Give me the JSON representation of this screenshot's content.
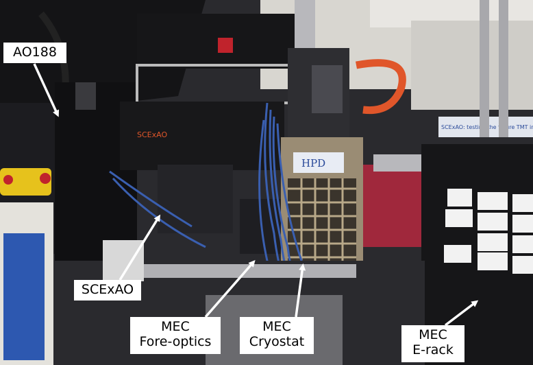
{
  "labels": {
    "ao188": "AO188",
    "scexao": "SCExAO",
    "fore_optics": [
      "MEC",
      "Fore-optics"
    ],
    "cryostat": [
      "MEC",
      "Cryostat"
    ],
    "erack": [
      "MEC",
      "E-rack"
    ]
  },
  "equipment_text": {
    "scexao_logo": "SCExAO",
    "hpd_logo": "HPD",
    "poster_text": "SCExAO: testing the future TMT instrument"
  },
  "colors": {
    "label_bg": "#ffffff",
    "label_text": "#000000",
    "arrow": "#ffffff",
    "orange_hose": "#e0562a",
    "blue_cables": "#3a5fb0",
    "red_pump": "#a0283c"
  }
}
